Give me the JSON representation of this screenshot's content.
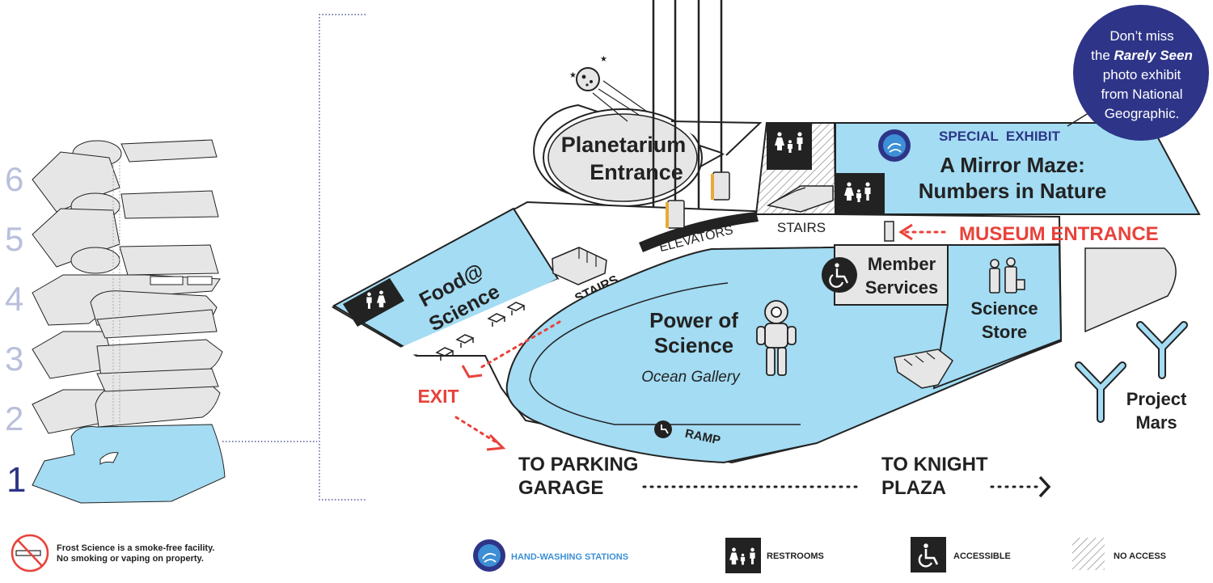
{
  "floors": {
    "labels": [
      "6",
      "5",
      "4",
      "3",
      "2",
      "1"
    ],
    "current": "1"
  },
  "places": {
    "planetarium": "Planetarium",
    "planetarium_line2": "Entrance",
    "food_line1": "Food@",
    "food_line2": "Science",
    "stairs_left": "STAIRS",
    "elevators": "ELEVATORS",
    "stairs_top": "STAIRS",
    "special_exhibit": "SPECIAL  EXHIBIT",
    "mirror_line1": "A Mirror Maze:",
    "mirror_line2": "Numbers in Nature",
    "museum_entrance": "MUSEUM ENTRANCE",
    "member_line1": "Member",
    "member_line2": "Services",
    "store_line1": "Science",
    "store_line2": "Store",
    "power_line1": "Power of",
    "power_line2": "Science",
    "ocean_gallery": "Ocean Gallery",
    "ramp": "RAMP",
    "exit": "EXIT",
    "parking_line1": "TO PARKING",
    "parking_line2": "GARAGE",
    "knight_line1": "TO KNIGHT",
    "knight_line2": "PLAZA",
    "mars_line1": "Project",
    "mars_line2": "Mars"
  },
  "callout": {
    "line1": "Don’t miss",
    "line2_pre": "the ",
    "line2_em": "Rarely Seen",
    "line3": "photo exhibit",
    "line4": "from National",
    "line5": "Geographic."
  },
  "legend": {
    "smoke_line1": "Frost Science is a smoke-free facility.",
    "smoke_line2": "No smoking or vaping on property.",
    "handwash": "HAND-WASHING STATIONS",
    "restrooms": "RESTROOMS",
    "accessible": "ACCESSIBLE",
    "no_access": "NO ACCESS"
  },
  "icons": {
    "handwash": "hand-washing-icon",
    "restroom": "restroom-icon",
    "accessible": "wheelchair-icon",
    "no_access": "hatch-pattern-icon",
    "no_smoking": "no-smoking-icon",
    "diver": "diving-suit-icon",
    "meteor": "meteor-icon",
    "family": "family-icon",
    "stairs": "stairs-icon",
    "elevator": "elevator-icon",
    "bench": "bench-icon",
    "chevron": "chevron-right-icon"
  },
  "colors": {
    "exhibit_blue": "#a3dcf3",
    "outline": "#222222",
    "accent_red": "#e8423a",
    "callout_navy": "#2e3588",
    "floor_gray": "#e6e6e6",
    "floor_label": "#b9bfdc",
    "floor_current": "#2e3588"
  }
}
